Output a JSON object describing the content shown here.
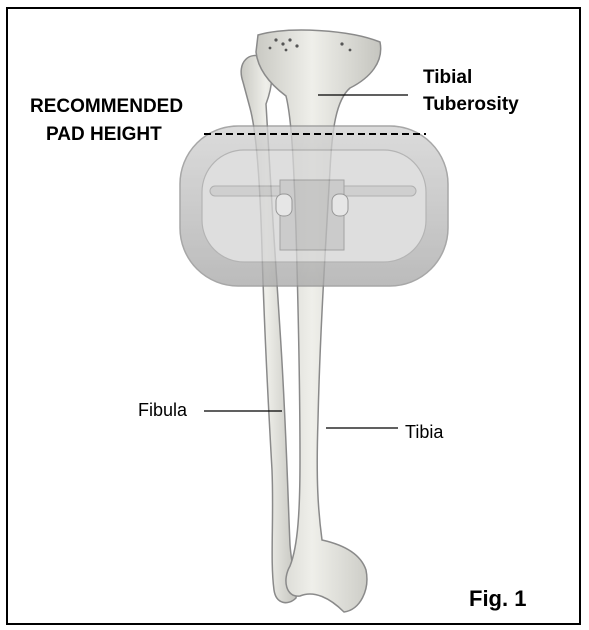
{
  "labels": {
    "recommended": "RECOMMENDED",
    "pad_height": "PAD HEIGHT",
    "tibial": "Tibial",
    "tuberosity": "Tuberosity",
    "fibula": "Fibula",
    "tibia": "Tibia",
    "figure": "Fig. 1"
  },
  "colors": {
    "bone_fill": "#e6e6e1",
    "bone_shade": "#c9c9c3",
    "pad_fill": "#c4c4c4",
    "pad_inner": "#d6d6d6",
    "outline": "#8a8a8a"
  }
}
